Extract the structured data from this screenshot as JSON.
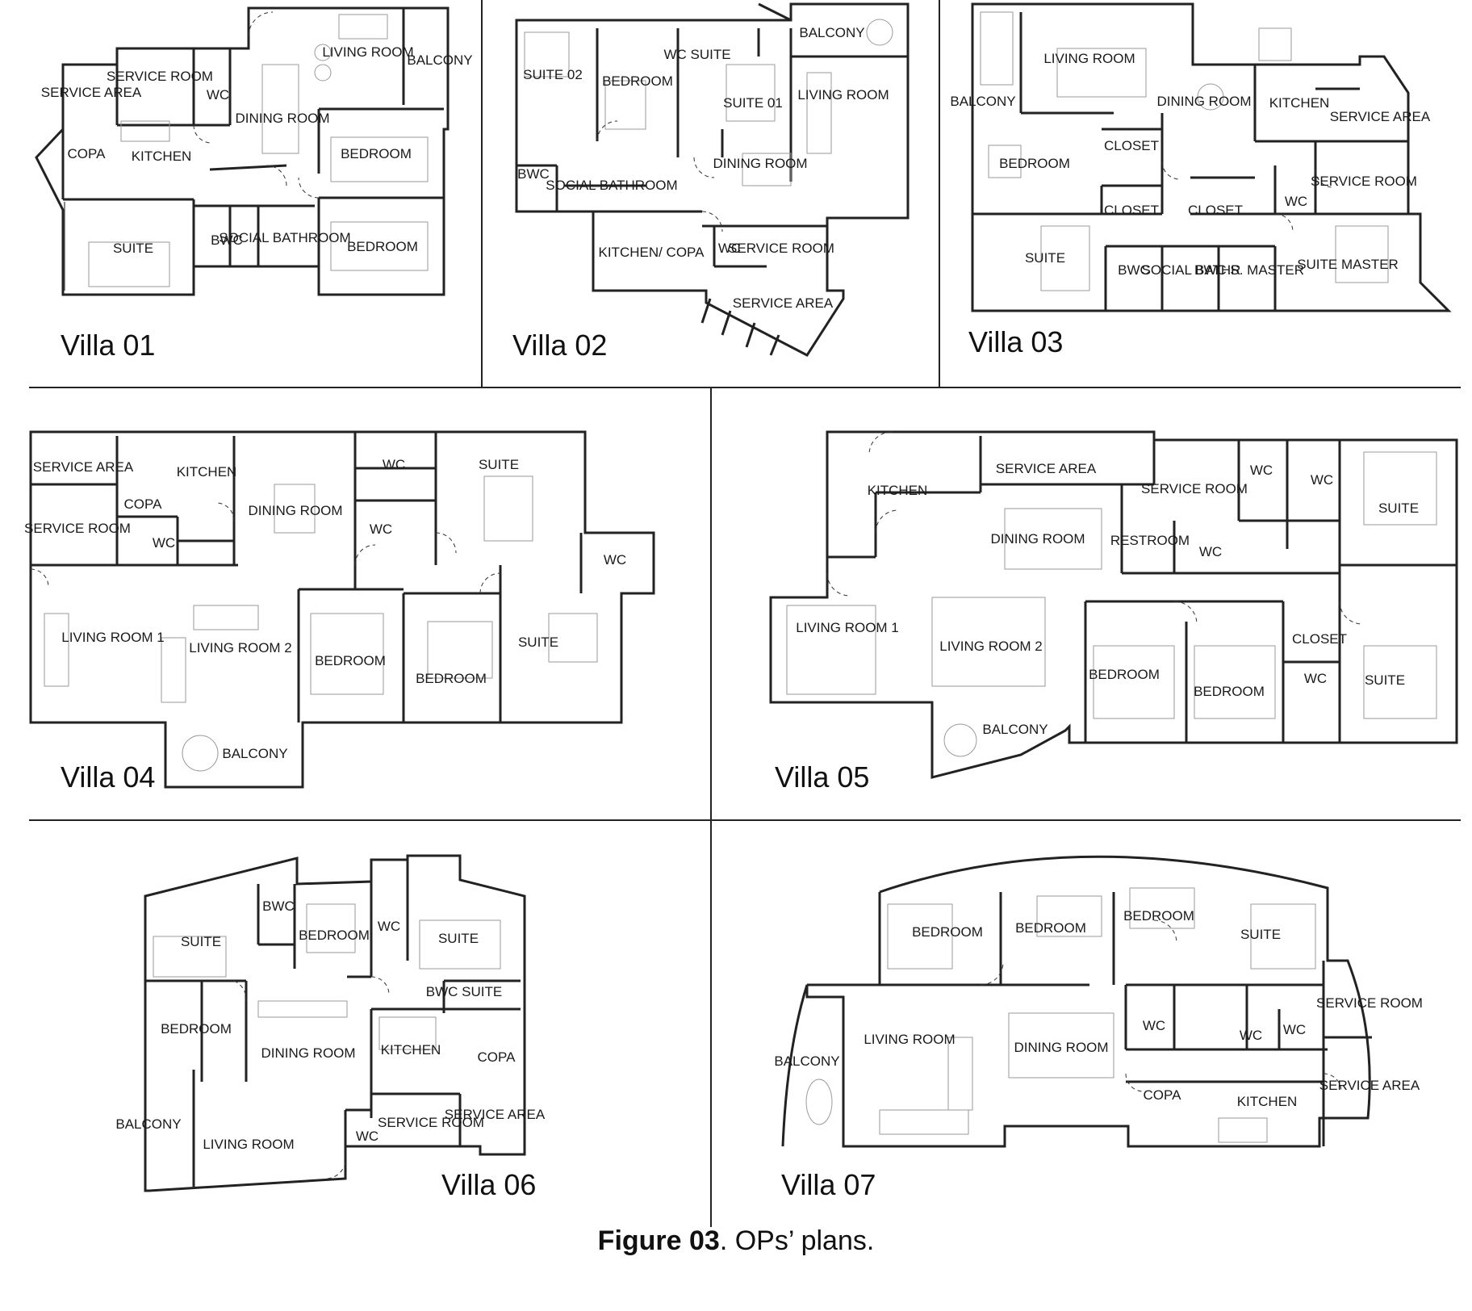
{
  "figure": {
    "caption_bold": "Figure 03",
    "caption_rest": ". OPs’ plans."
  },
  "villas": [
    {
      "title": "Villa 01",
      "rooms": [
        "SERVICE ROOM",
        "LIVING ROOM",
        "BALCONY",
        "SERVICE AREA",
        "WC",
        "COPA",
        "KITCHEN",
        "DINING ROOM",
        "BEDROOM",
        "SUITE",
        "BWC",
        "SOCIAL BATHROOM",
        "BEDROOM"
      ]
    },
    {
      "title": "Villa 02",
      "rooms": [
        "BALCONY",
        "SUITE 02",
        "BEDROOM",
        "WC SUITE",
        "SUITE 01",
        "LIVING ROOM",
        "DINING ROOM",
        "BWC",
        "SOCIAL BATHROOM",
        "KITCHEN/ COPA",
        "WC",
        "SERVICE ROOM",
        "SERVICE AREA"
      ]
    },
    {
      "title": "Villa 03",
      "rooms": [
        "LIVING ROOM",
        "BALCONY",
        "DINING ROOM",
        "KITCHEN",
        "SERVICE AREA",
        "CLOSET",
        "BEDROOM",
        "SERVICE ROOM",
        "CLOSET",
        "CLOSET",
        "WC",
        "SUITE",
        "BWC",
        "SOCIAL BATHR",
        "BWC S. MASTER",
        "SUITE MASTER"
      ]
    },
    {
      "title": "Villa 04",
      "rooms": [
        "SERVICE AREA",
        "KITCHEN",
        "WC",
        "SUITE",
        "COPA",
        "DINING ROOM",
        "SERVICE ROOM",
        "WC",
        "WC",
        "WC",
        "LIVING ROOM 1",
        "LIVING ROOM 2",
        "BEDROOM",
        "BEDROOM",
        "SUITE",
        "BALCONY"
      ]
    },
    {
      "title": "Villa 05",
      "rooms": [
        "SERVICE AREA",
        "KITCHEN",
        "SERVICE ROOM",
        "WC",
        "WC",
        "SUITE",
        "DINING ROOM",
        "RESTROOM",
        "WC",
        "LIVING ROOM 1",
        "LIVING ROOM 2",
        "BEDROOM",
        "BEDROOM",
        "CLOSET",
        "WC",
        "SUITE",
        "BALCONY"
      ]
    },
    {
      "title": "Villa 06",
      "rooms": [
        "BWC",
        "SUITE",
        "BEDROOM",
        "WC",
        "SUITE",
        "BWC SUITE",
        "BEDROOM",
        "DINING ROOM",
        "KITCHEN",
        "COPA",
        "BALCONY",
        "SERVICE ROOM",
        "SERVICE AREA",
        "WC",
        "LIVING ROOM"
      ]
    },
    {
      "title": "Villa 07",
      "rooms": [
        "BEDROOM",
        "BEDROOM",
        "BEDROOM",
        "SUITE",
        "SERVICE ROOM",
        "LIVING ROOM",
        "DINING ROOM",
        "WC",
        "WC",
        "WC",
        "BALCONY",
        "COPA",
        "KITCHEN",
        "SERVICE AREA"
      ]
    }
  ]
}
